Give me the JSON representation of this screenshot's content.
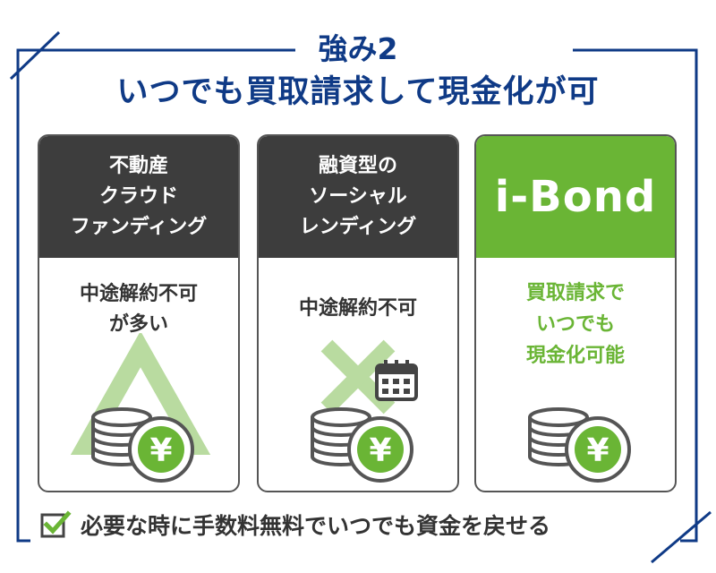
{
  "header": {
    "line1": "強み2",
    "line2": "いつでも買取請求して現金化が可"
  },
  "cards": [
    {
      "head_lines": [
        "不動産",
        "クラウド",
        "ファンディング"
      ],
      "body_lines": [
        "中途解約不可",
        "が多い"
      ],
      "mark": "triangle-icon"
    },
    {
      "head_lines": [
        "融資型の",
        "ソーシャル",
        "レンディング"
      ],
      "body_lines": [
        "中途解約不可"
      ],
      "mark": "cross-icon"
    },
    {
      "brand": "i-Bond",
      "body_lines": [
        "買取請求で",
        "いつでも",
        "現金化可能"
      ],
      "mark": "none"
    }
  ],
  "footer": {
    "text": "必要な時に手数料無料でいつでも資金を戻せる"
  },
  "colors": {
    "navy": "#0f3a86",
    "dark_header": "#3d3d3d",
    "green": "#6ab535",
    "light_green_mark": "#b9dba0",
    "coin_gray": "#555555"
  },
  "icons": [
    "coin-stack-icon",
    "yen-coin-icon",
    "calendar-icon",
    "check-box-icon"
  ]
}
